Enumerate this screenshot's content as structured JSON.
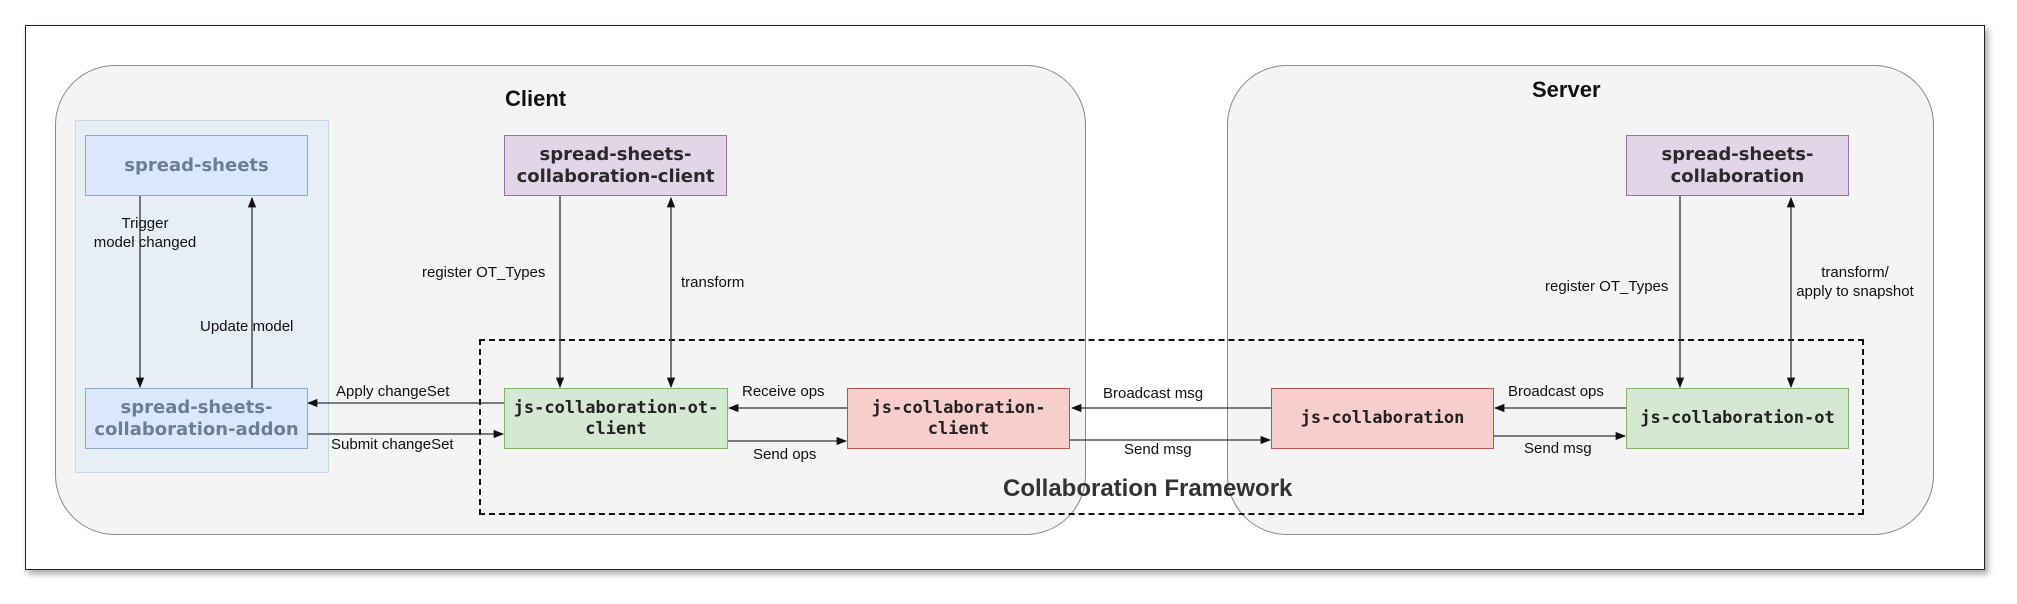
{
  "regions": {
    "client_title": "Client",
    "server_title": "Server",
    "framework_title": "Collaboration Framework"
  },
  "nodes": {
    "spread_sheets": "spread-sheets",
    "addon": "spread-sheets-\ncollaboration-addon",
    "collab_client_pkg": "spread-sheets-\ncollaboration-client",
    "ot_client": "js-collaboration-ot-\nclient",
    "js_collab_client": "js-collaboration-\nclient",
    "js_collab": "js-collaboration",
    "js_collab_ot": "js-collaboration-ot",
    "server_collab_pkg": "spread-sheets-\ncollaboration"
  },
  "edges": {
    "trigger": "Trigger\nmodel changed",
    "update_model": "Update model",
    "register_client": "register OT_Types",
    "transform_client": "transform",
    "apply_changeset": "Apply changeSet",
    "submit_changeset": "Submit changeSet",
    "receive_ops": "Receive ops",
    "send_ops": "Send ops",
    "broadcast_msg_client": "Broadcast msg",
    "send_msg_client": "Send msg",
    "broadcast_ops": "Broadcast ops",
    "send_msg_server": "Send msg",
    "register_server": "register OT_Types",
    "transform_server": "transform/\napply to snapshot"
  },
  "colors": {
    "blue_fill": "#dae8fc",
    "purple_fill": "#e1d5e7",
    "green_fill": "#d5e8d4",
    "red_fill": "#f8cecc",
    "region_fill": "#f4f4f4"
  }
}
